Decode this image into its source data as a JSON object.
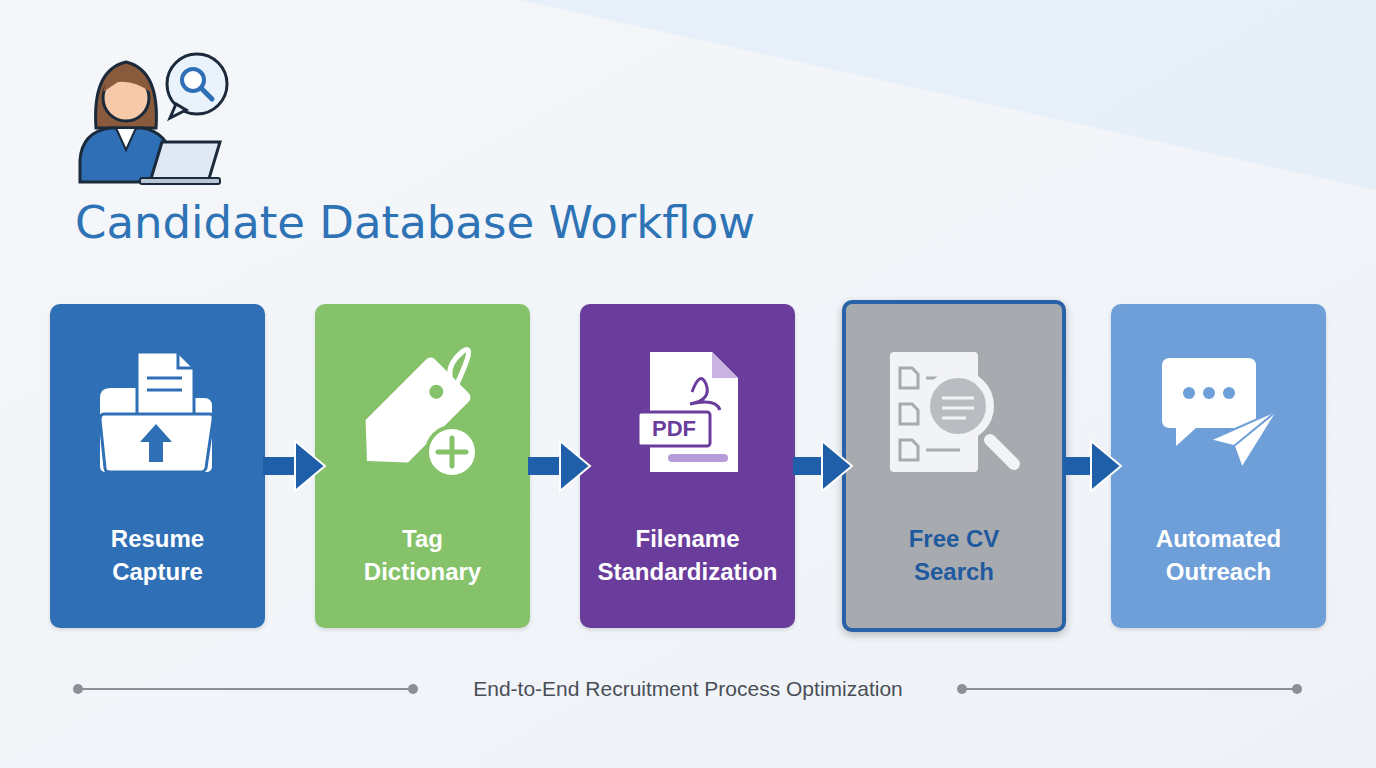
{
  "diagram": {
    "title": "Candidate Database Workflow",
    "caption": "End-to-End Recruitment Process Optimization",
    "nodes": [
      {
        "text": [
          "Resume Capture"
        ]
      },
      {
        "text": [
          "Tag Dictionary"
        ]
      },
      {
        "text": [
          "Filename Standardization"
        ]
      },
      {
        "text": [
          "Free CV Search"
        ]
      },
      {
        "text": [
          "Automated Outreach"
        ]
      }
    ],
    "edges": [
      {
        "from": 0,
        "to": 1,
        "arrow": "to"
      },
      {
        "from": 1,
        "to": 2,
        "arrow": "to"
      },
      {
        "from": 2,
        "to": 3,
        "arrow": "to"
      },
      {
        "from": 3,
        "to": 4,
        "arrow": "to"
      }
    ],
    "labels": [
      "PDF"
    ]
  }
}
